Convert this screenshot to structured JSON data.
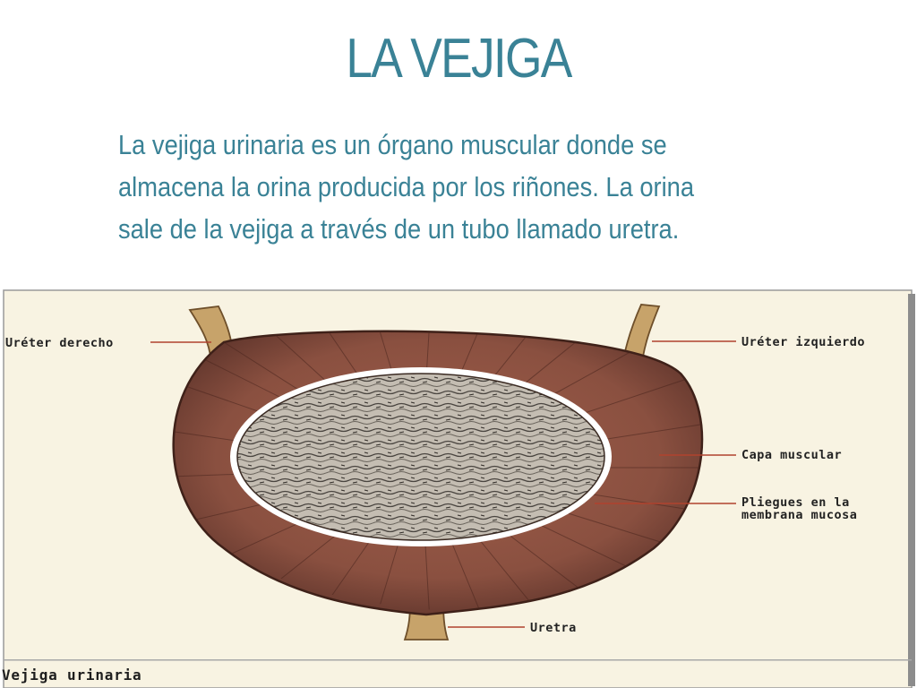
{
  "slide": {
    "title": "LA VEJIGA",
    "text": "La vejiga urinaria es un órgano muscular donde se almacena la orina producida por los riñones. La orina sale de la vejiga a través de un tubo llamado uretra."
  },
  "diagram": {
    "labels": {
      "ureter_right": "Uréter derecho",
      "ureter_left": "Uréter izquierdo",
      "muscle_layer": "Capa muscular",
      "folds_line1": "Pliegues en la",
      "folds_line2": "membrana mucosa",
      "urethra": "Uretra"
    },
    "caption": "Vejiga urinaria"
  },
  "colors": {
    "title_text": "#3a8296",
    "panel_bg": "#f8f3e2",
    "muscle_wall": "#7a4a3e",
    "lumen": "#b9b2a7",
    "tube": "#c7a36a"
  }
}
